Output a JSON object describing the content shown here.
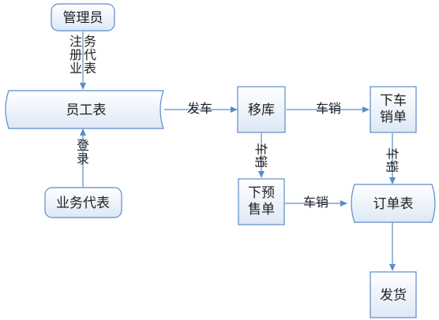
{
  "colors": {
    "stroke": "#5b8cc9",
    "fill_top": "#ffffff",
    "fill_bottom": "#dde8f6",
    "text": "#1f1f1f"
  },
  "nodes": {
    "admin": "管理员",
    "employee_table": "员工表",
    "transfer": "移库",
    "sales_note": "下车\n销单",
    "presale_note": "下预\n售单",
    "order_table": "订单表",
    "agent": "业务代表",
    "ship": "发货"
  },
  "edges": {
    "register_agent": "注册业务代表",
    "login": "登录",
    "dispatch": "发车",
    "car_sales_1": "车销",
    "car_sales_2": "车销",
    "car_sales_3": "车销",
    "car_sales_4": "车销"
  }
}
